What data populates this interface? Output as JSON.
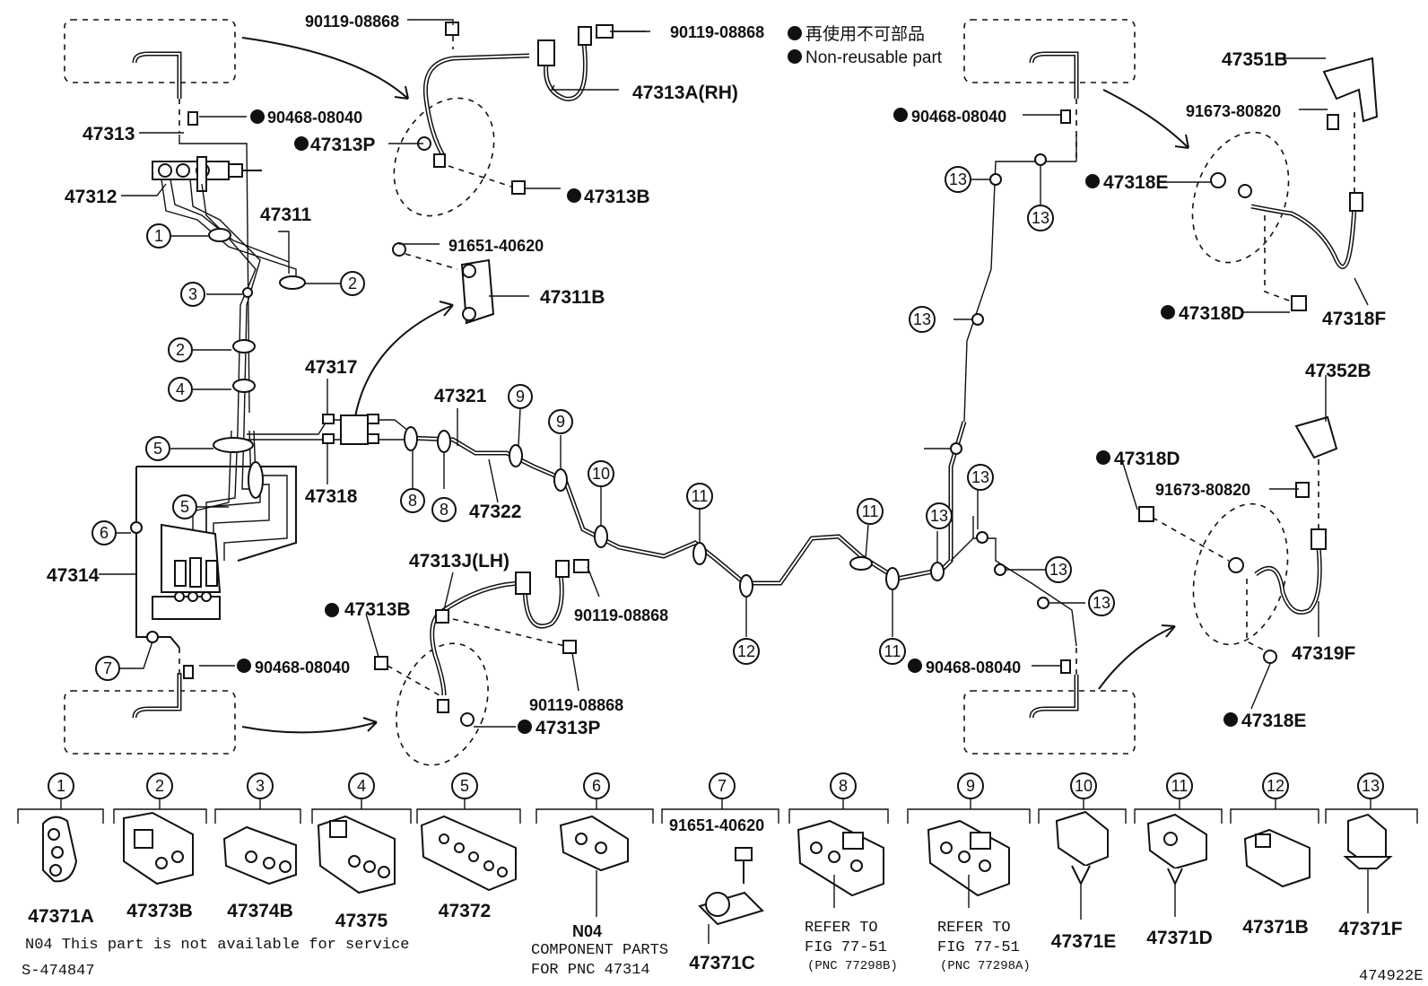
{
  "legend": {
    "jp": "再使用不可部品",
    "en": "Non-reusable part"
  },
  "labels": {
    "p90119_a": "90119-08868",
    "p90119_b": "90119-08868",
    "p90119_c": "90119-08868",
    "p90119_d": "90119-08868",
    "p47313A": "47313A(RH)",
    "p90468_a": "90468-08040",
    "p90468_b": "90468-08040",
    "p90468_c": "90468-08040",
    "p90468_d": "90468-08040",
    "p47313": "47313",
    "p47313P_a": "47313P",
    "p47313P_b": "47313P",
    "p47313B_a": "47313B",
    "p47313B_b": "47313B",
    "p47312": "47312",
    "p47311": "47311",
    "p91651_a": "91651-40620",
    "p47311B": "47311B",
    "p47317": "47317",
    "p47318": "47318",
    "p47321": "47321",
    "p47322": "47322",
    "p47314": "47314",
    "p47313J": "47313J(LH)",
    "p47351B": "47351B",
    "p91673_a": "91673-80820",
    "p91673_b": "91673-80820",
    "p47318E_a": "47318E",
    "p47318E_b": "47318E",
    "p47318D_a": "47318D",
    "p47318D_b": "47318D",
    "p47318F": "47318F",
    "p47352B": "47352B",
    "p47319F": "47319F"
  },
  "bottom_parts": [
    {
      "num": "1",
      "label": "47371A"
    },
    {
      "num": "2",
      "label": "47373B"
    },
    {
      "num": "3",
      "label": "47374B"
    },
    {
      "num": "4",
      "label": "47375"
    },
    {
      "num": "5",
      "label": "47372"
    },
    {
      "num": "6",
      "label": "N04"
    },
    {
      "num": "7",
      "label": "47371C"
    },
    {
      "num": "8",
      "label": "REFER TO"
    },
    {
      "num": "9",
      "label": "REFER TO"
    },
    {
      "num": "10",
      "label": "47371E"
    },
    {
      "num": "11",
      "label": "47371D"
    },
    {
      "num": "12",
      "label": "47371B"
    },
    {
      "num": "13",
      "label": "47371F"
    }
  ],
  "bottom_notes": {
    "n6_line2": "COMPONENT PARTS",
    "n6_line3": "FOR PNC 47314",
    "n7_top": "91651-40620",
    "n8_line2": "FIG 77-51",
    "n8_line3": "(PNC 77298B)",
    "n9_line2": "FIG 77-51",
    "n9_line3": "(PNC 77298A)",
    "footnote": "N04 This part is not available for service",
    "ref_left": "S-474847",
    "ref_right": "474922E"
  },
  "callouts": {
    "c1": "1",
    "c2a": "2",
    "c2b": "2",
    "c3": "3",
    "c4": "4",
    "c5a": "5",
    "c5b": "5",
    "c6": "6",
    "c7": "7",
    "c8a": "8",
    "c8b": "8",
    "c9a": "9",
    "c9b": "9",
    "c10": "10",
    "c11a": "11",
    "c11b": "11",
    "c11c": "11",
    "c12": "12",
    "c13a": "13",
    "c13b": "13",
    "c13c": "13",
    "c13d": "13",
    "c13e": "13",
    "c13f": "13",
    "c13g": "13"
  }
}
